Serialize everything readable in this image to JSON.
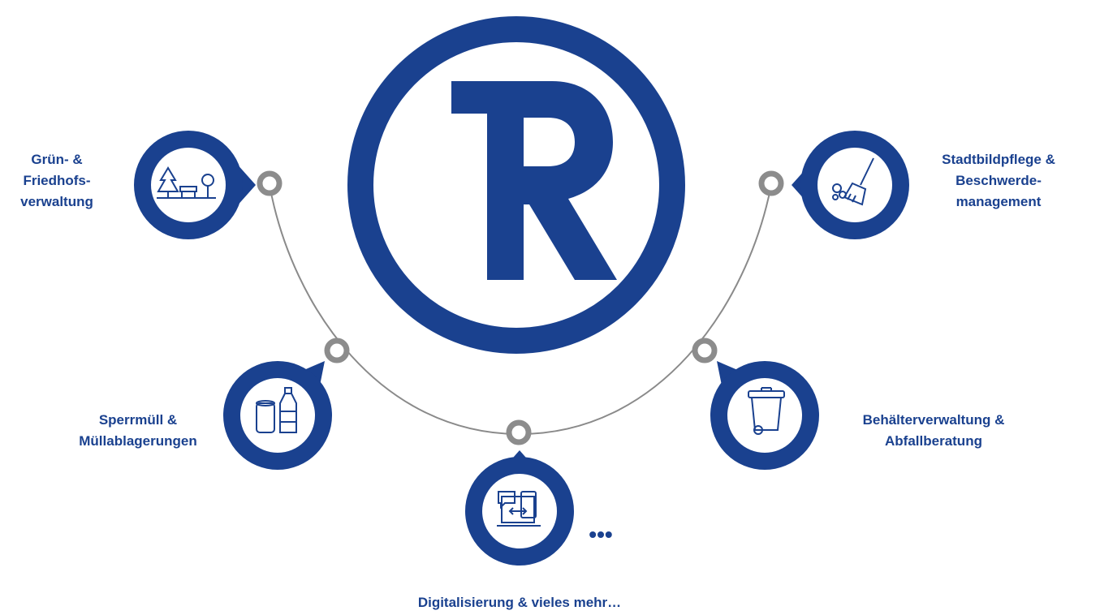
{
  "colors": {
    "primary_blue": "#1a418f",
    "connector_gray": "#8c8c8c",
    "arc_gray": "#8a8a8a",
    "white": "#ffffff"
  },
  "logo": {
    "letter": "R",
    "icon": "registered-r-logo"
  },
  "nodes": {
    "gruen": {
      "icon": "park-bench-trees-icon",
      "label_lines": [
        "Grün- &",
        "Friedhofs-",
        "verwaltung"
      ]
    },
    "stadt": {
      "icon": "broom-sweeping-icon",
      "label_lines": [
        "Stadtbildpflege &",
        "Beschwerde-",
        "management"
      ]
    },
    "sperr": {
      "icon": "can-and-bottle-icon",
      "label_lines": [
        "Sperrmüll &",
        "Müllablagerungen"
      ]
    },
    "behael": {
      "icon": "waste-bin-icon",
      "label_lines": [
        "Behälterverwaltung &",
        "Abfallberatung"
      ]
    },
    "digital": {
      "icon": "digital-devices-icon",
      "label_lines": [
        "Digitalisierung & vieles mehr…"
      ],
      "extra": "•••"
    }
  }
}
